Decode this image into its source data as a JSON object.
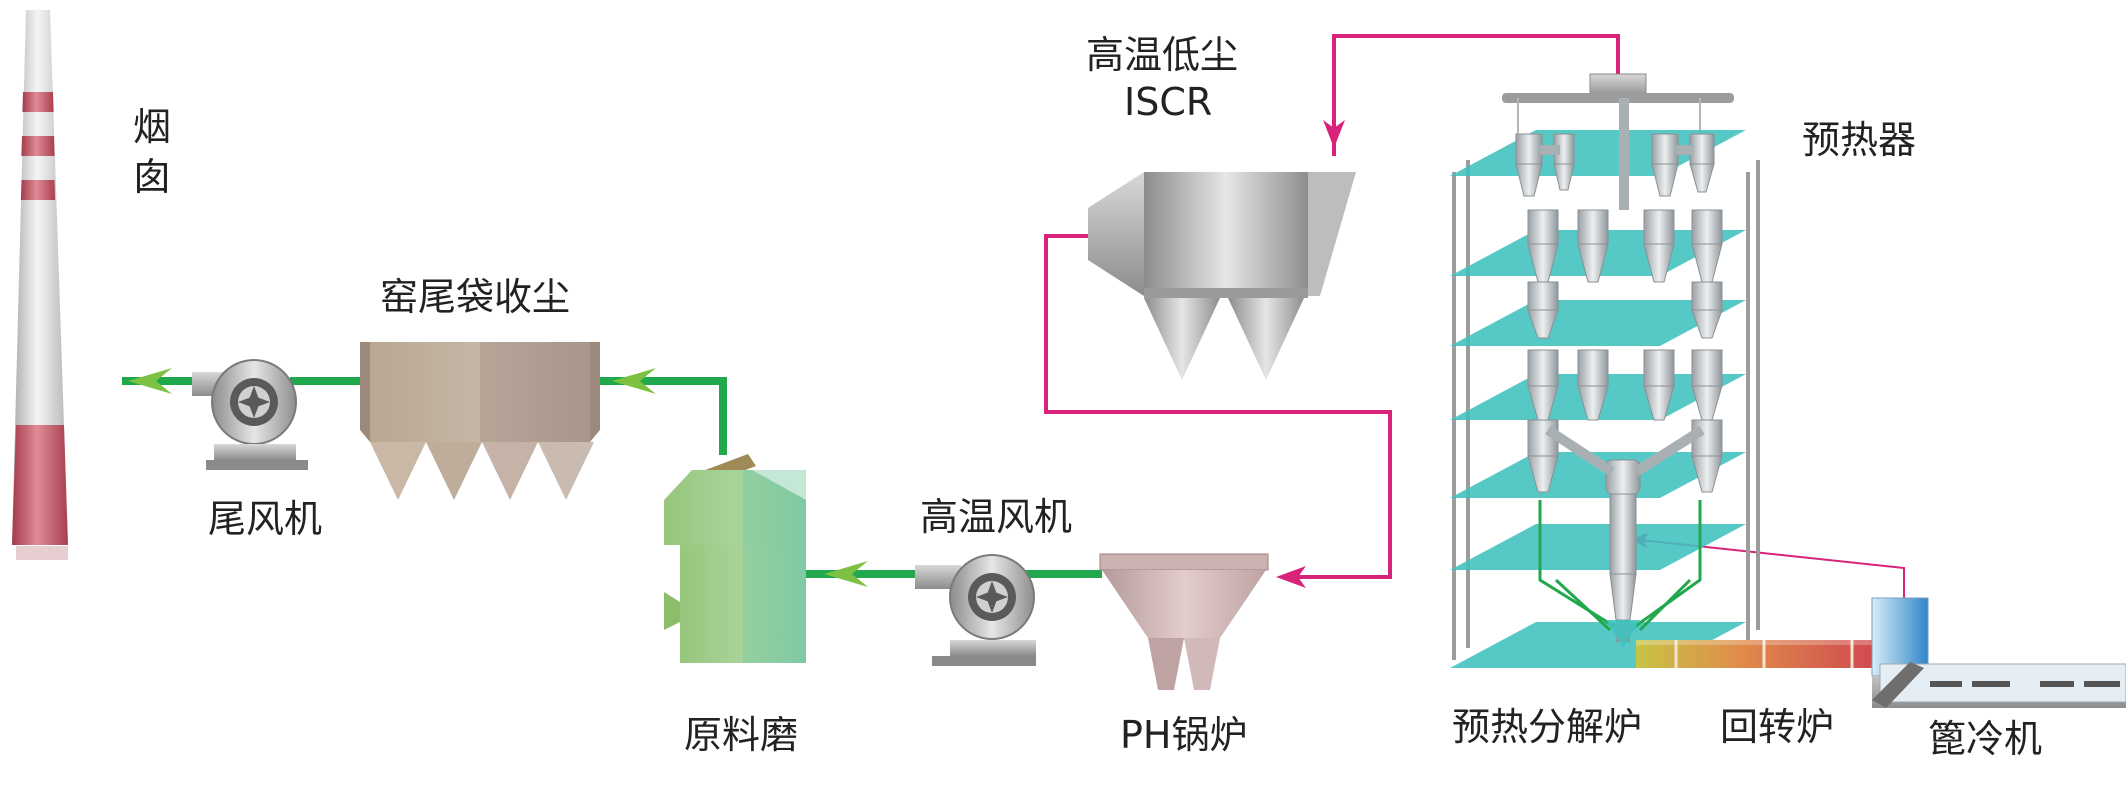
{
  "labels": {
    "chimney_line1": "烟",
    "chimney_line2": "囱",
    "tail_fan": "尾风机",
    "bag_filter": "窑尾袋收尘",
    "raw_mill": "原料磨",
    "hot_fan": "高温风机",
    "ph_boiler": "PH锅炉",
    "scr_line1": "高温低尘",
    "scr_line2": "ISCR",
    "preheater": "预热器",
    "calciner": "预热分解炉",
    "rotary_kiln": "回转炉",
    "cooler": "篦冷机"
  },
  "colors": {
    "flue_gas_line": "#21a84d",
    "scr_loop_line": "#d8237a",
    "arrow_head": "#7cc142",
    "preheater_platform": "#3fc2bf",
    "chimney_band": "#c85060",
    "equipment_grey": "#a5a5a5"
  }
}
